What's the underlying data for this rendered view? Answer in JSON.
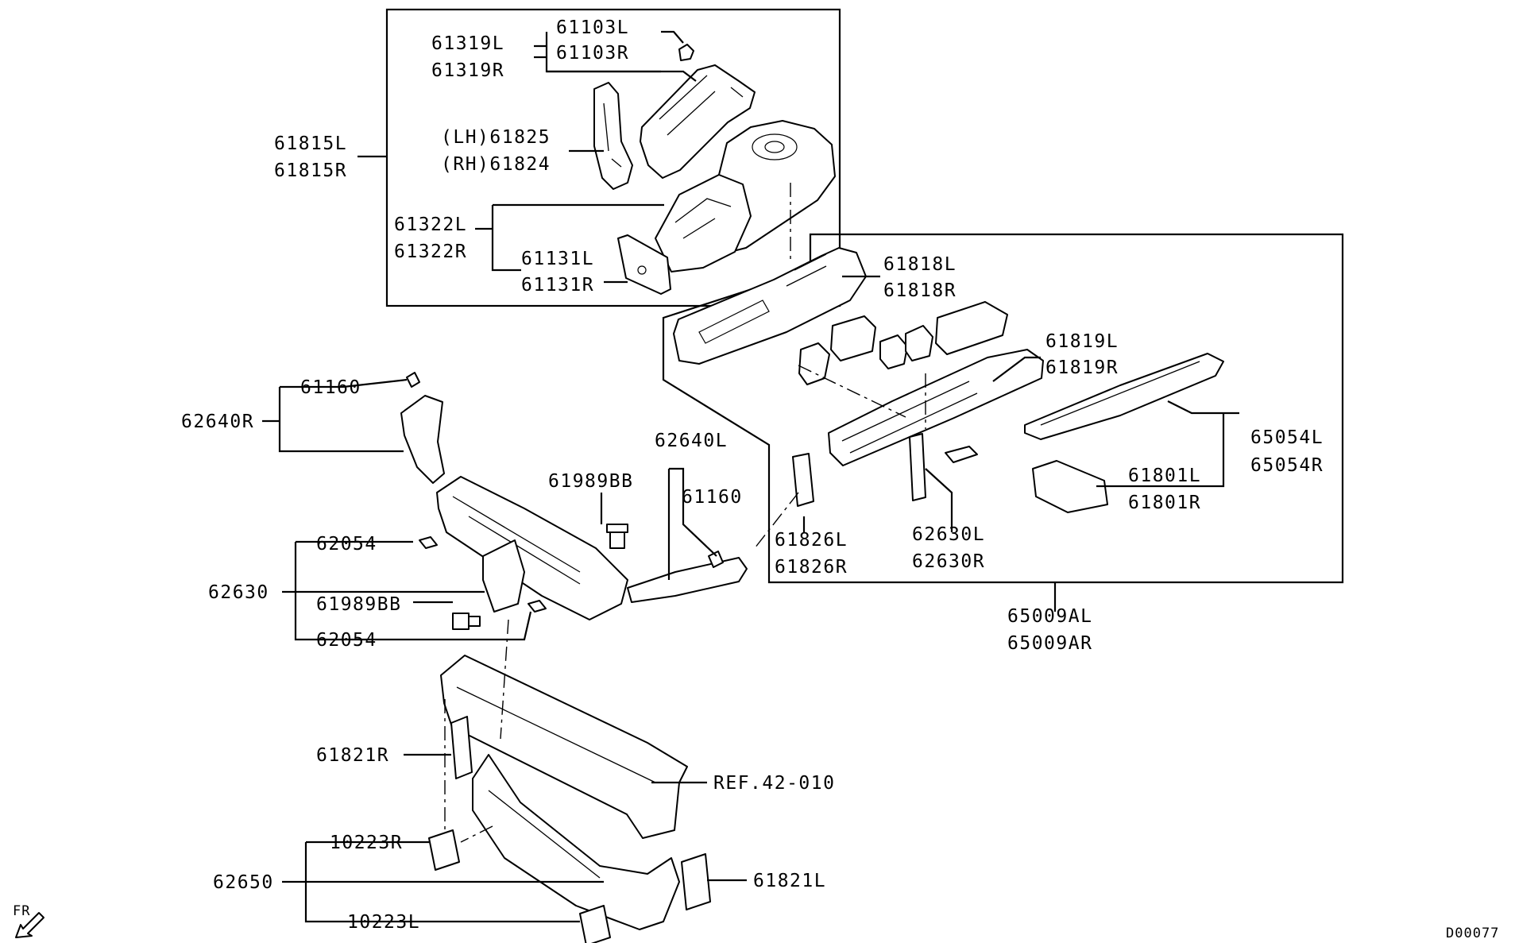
{
  "diagram_id": "D00077",
  "direction_label": "FR",
  "labels": {
    "p61103L": "61103L",
    "p61103R": "61103R",
    "p61319L": "61319L",
    "p61319R": "61319R",
    "p61825": "(LH)61825",
    "p61824": "(RH)61824",
    "p61815L": "61815L",
    "p61815R": "61815R",
    "p61322L": "61322L",
    "p61322R": "61322R",
    "p61131L": "61131L",
    "p61131R": "61131R",
    "p61818L": "61818L",
    "p61818R": "61818R",
    "p61819L": "61819L",
    "p61819R": "61819R",
    "p65054L": "65054L",
    "p65054R": "65054R",
    "p61801L": "61801L",
    "p61801R": "61801R",
    "p61826L": "61826L",
    "p61826R": "61826R",
    "p62630L": "62630L",
    "p62630R": "62630R",
    "p65009AL": "65009AL",
    "p65009AR": "65009AR",
    "p61160_top": "61160",
    "p62640R": "62640R",
    "p62640L": "62640L",
    "p61160_right": "61160",
    "p61989BB_top": "61989BB",
    "p62054_top": "62054",
    "p62630": "62630",
    "p61989BB_left": "61989BB",
    "p62054_bottom": "62054",
    "p61821R": "61821R",
    "ref42010": "REF.42-010",
    "p10223R": "10223R",
    "p62650": "62650",
    "p61821L": "61821L",
    "p10223L": "10223L"
  }
}
